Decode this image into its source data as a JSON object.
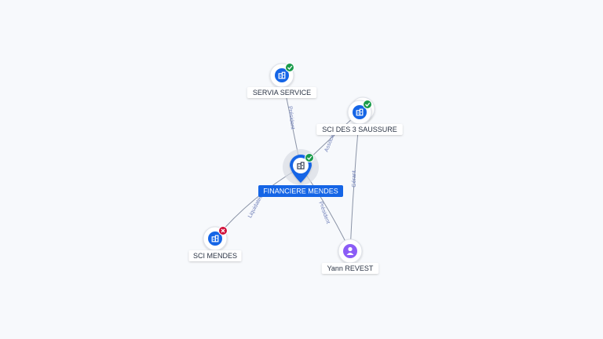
{
  "colors": {
    "background": "#f7f9fc",
    "edge": "#8a93a6",
    "company_icon": "#1565e6",
    "person_icon": "#8b5cf6",
    "badge_active": "#1a9b4b",
    "badge_closed": "#d0103a",
    "main_label_bg": "#1565e6"
  },
  "nodes": [
    {
      "id": "financiere",
      "label": "FINANCIERE MENDES",
      "kind": "company",
      "status": "active",
      "main": true,
      "icon": "building-icon"
    },
    {
      "id": "servia",
      "label": "SERVIA SERVICE",
      "kind": "company",
      "status": "active",
      "icon": "building-icon"
    },
    {
      "id": "sci3",
      "label": "SCI DES 3 SAUSSURE",
      "kind": "company",
      "status": "active",
      "stacked": true,
      "icon": "building-icon"
    },
    {
      "id": "scimendes",
      "label": "SCI MENDES",
      "kind": "company",
      "status": "closed",
      "icon": "building-icon"
    },
    {
      "id": "yann",
      "label": "Yann REVEST",
      "kind": "person",
      "icon": "person-icon"
    }
  ],
  "edges": [
    {
      "from": "financiere",
      "to": "servia",
      "label": "Président"
    },
    {
      "from": "financiere",
      "to": "sci3",
      "label": "Associé"
    },
    {
      "from": "financiere",
      "to": "scimendes",
      "label": "Liquidateur"
    },
    {
      "from": "yann",
      "to": "financiere",
      "label": "Président"
    },
    {
      "from": "yann",
      "to": "sci3",
      "label": "Gérant"
    }
  ]
}
